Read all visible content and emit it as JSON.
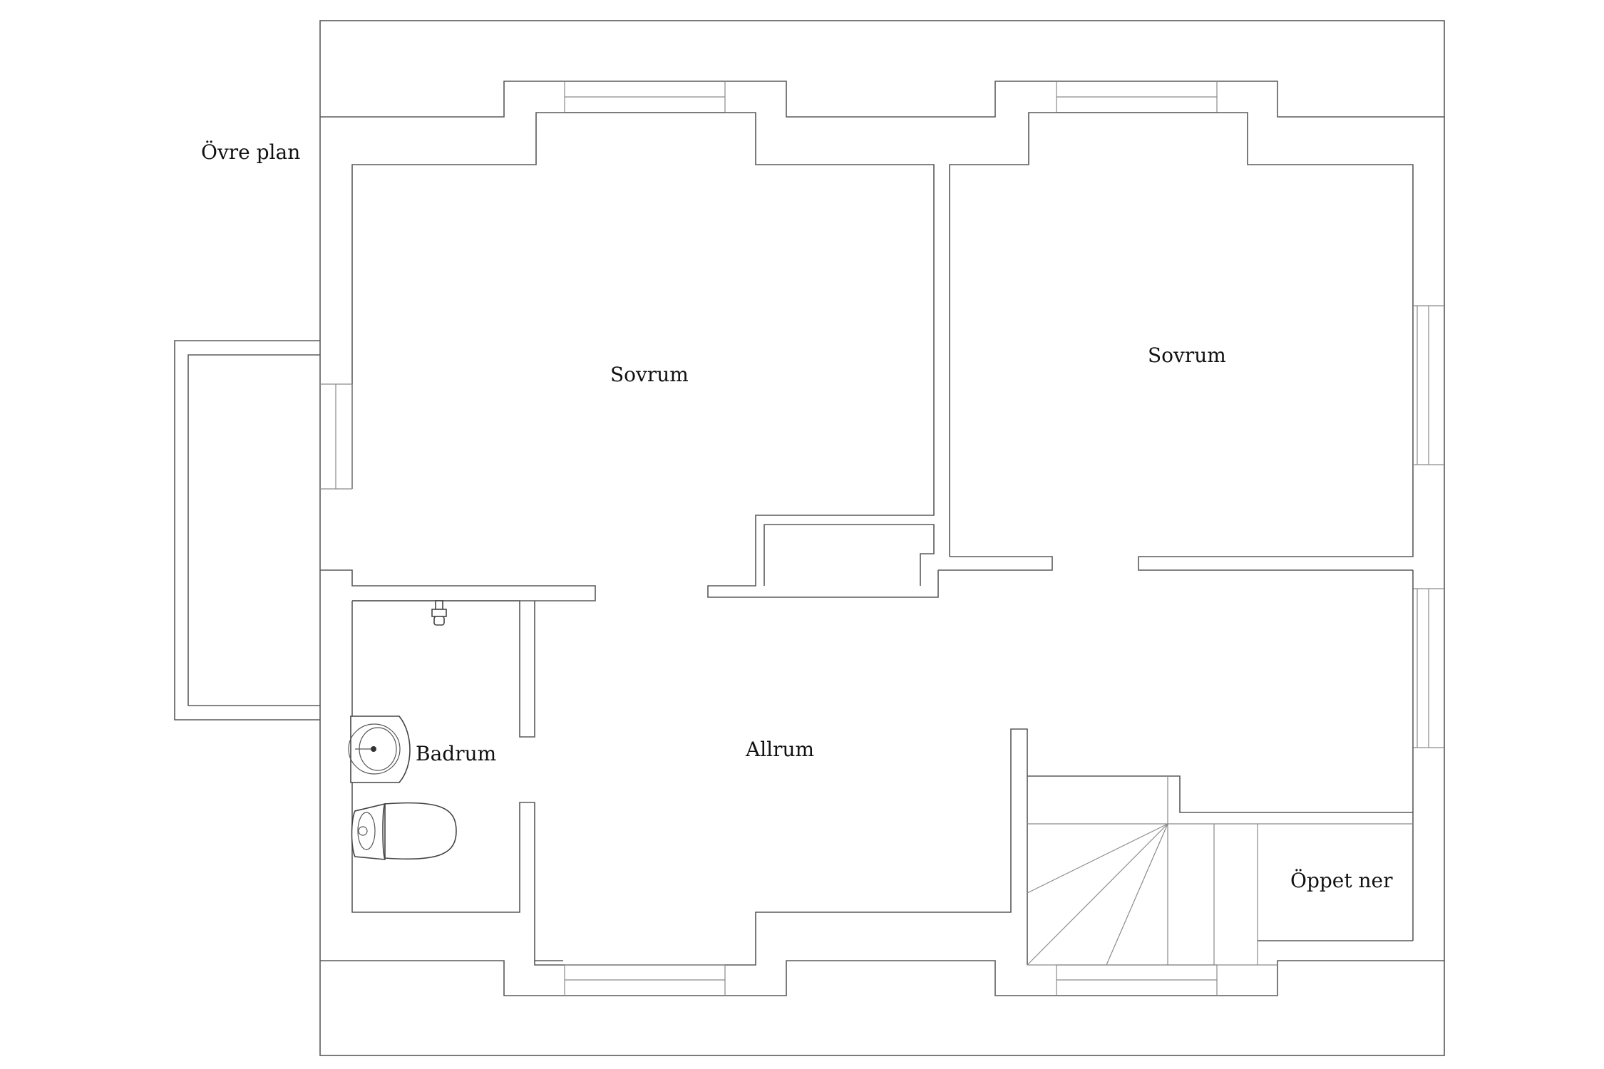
{
  "floor_label": "Övre plan",
  "rooms": {
    "bedroom_left": "Sovrum",
    "bedroom_right": "Sovrum",
    "living": "Allrum",
    "bathroom": "Badrum",
    "open_below": "Öppet ner"
  },
  "fixtures": [
    "sink-icon",
    "toilet-icon",
    "faucet-icon",
    "staircase"
  ]
}
